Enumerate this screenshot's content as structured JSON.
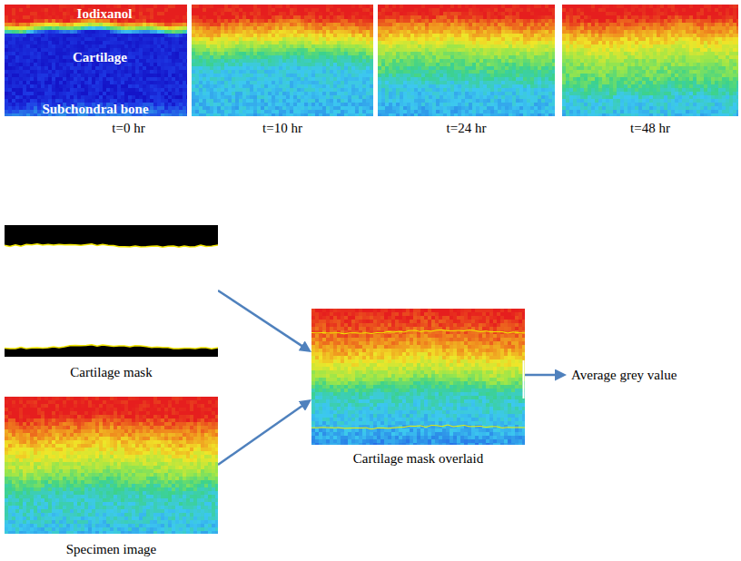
{
  "diagram": {
    "nodes": [
      {
        "text": [
          "Iodixanol",
          "Cartilage",
          "Subchondral bone",
          "t=0 hr"
        ]
      },
      {
        "text": [
          "t=10 hr"
        ]
      },
      {
        "text": [
          "t=24 hr"
        ]
      },
      {
        "text": [
          "t=48 hr"
        ]
      },
      {
        "text": [
          "Cartilage mask"
        ]
      },
      {
        "text": [
          "Specimen image"
        ]
      },
      {
        "text": [
          "Cartilage mask overlaid"
        ]
      },
      {
        "text": [
          "Average grey value"
        ]
      }
    ],
    "edges": [
      {
        "from": 4,
        "to": 6,
        "arrow": "to"
      },
      {
        "from": 5,
        "to": 6,
        "arrow": "to"
      },
      {
        "from": 6,
        "to": 7,
        "arrow": "to"
      }
    ]
  }
}
